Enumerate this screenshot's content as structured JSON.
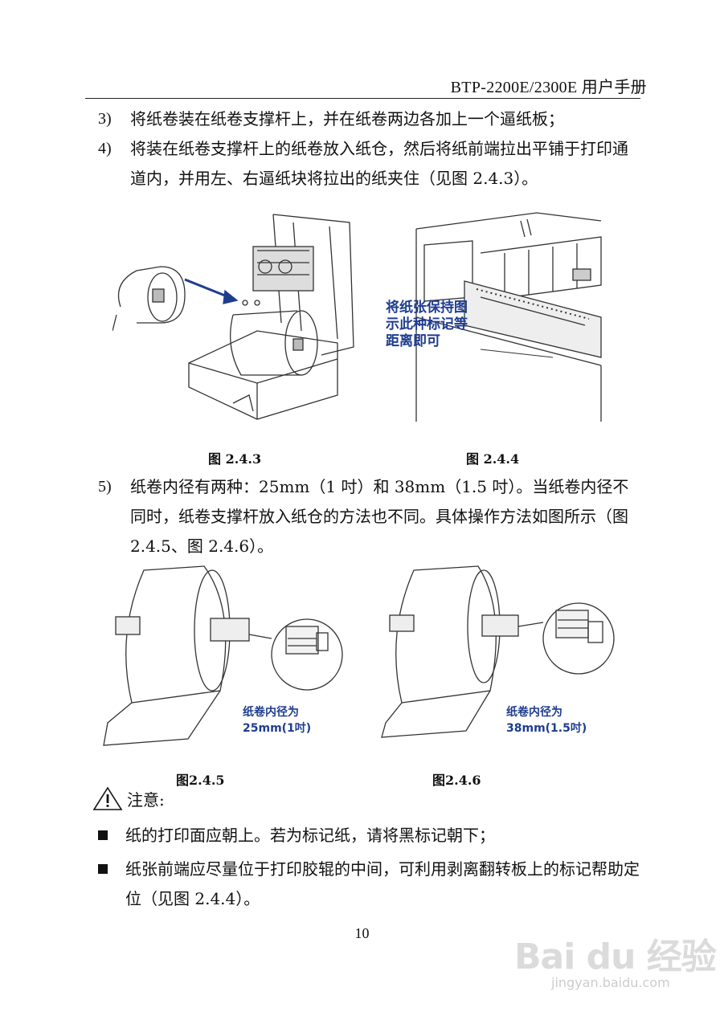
{
  "header": {
    "title": "BTP-2200E/2300E 用户手册"
  },
  "steps": [
    {
      "num": "3)",
      "text": "将纸卷装在纸卷支撑杆上，并在纸卷两边各加上一个逼纸板；"
    },
    {
      "num": "4)",
      "text": "将装在纸卷支撑杆上的纸卷放入纸仓，然后将纸前端拉出平铺于打印通道内，并用左、右逼纸块将拉出的纸夹住（见图 2.4.3）。"
    },
    {
      "num": "5)",
      "text": "纸卷内径有两种：25mm（1 吋）和 38mm（1.5 吋）。当纸卷内径不同时，纸卷支撑杆放入纸仓的方法也不同。具体操作方法如图所示（图 2.4.5、图 2.4.6）。"
    }
  ],
  "figures": {
    "fig243": {
      "caption": "图 2.4.3"
    },
    "fig244": {
      "caption": "图 2.4.4",
      "label_line1": "将纸张保持图",
      "label_line2": "示此种标记等",
      "label_line3": "距离即可"
    },
    "fig245": {
      "caption": "图2.4.5",
      "label_line1": "纸卷内径为",
      "label_line2": "25mm(1吋)"
    },
    "fig246": {
      "caption": "图2.4.6",
      "label_line1": "纸卷内径为",
      "label_line2": "38mm(1.5吋)"
    }
  },
  "note": {
    "title": "注意:",
    "bullets": [
      "纸的打印面应朝上。若为标记纸，请将黑标记朝下；",
      "纸张前端应尽量位于打印胶辊的中间，可利用剥离翻转板上的标记帮助定位（见图 2.4.4）。"
    ]
  },
  "page_number": "10",
  "watermark": {
    "logo": "Bai du 经验",
    "url": "jingyan.baidu.com"
  },
  "colors": {
    "label_blue": "#1f3d8f",
    "line": "#333333"
  }
}
